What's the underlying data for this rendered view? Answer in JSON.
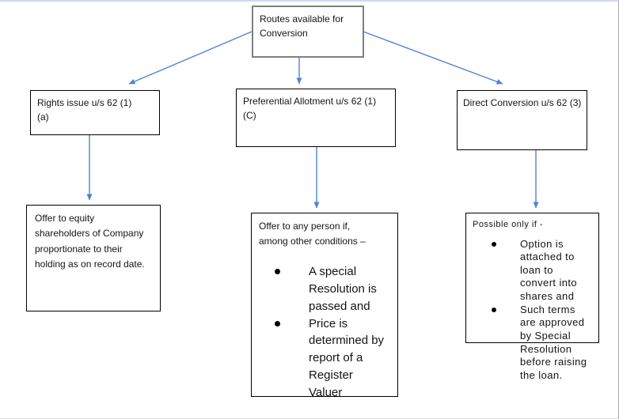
{
  "style": {
    "arrow_color": "#4f82d6",
    "box_border_color": "#000000",
    "root_box_border_color": "#7f7f7f",
    "page_top_edge_color": "#ccd9f2",
    "page_right_edge_color": "#a8a8a8"
  },
  "flowchart": {
    "root": {
      "text": "Routes available for Conversion"
    },
    "branches": [
      {
        "title": "Rights issue u/s 62 (1) (a)",
        "detail": {
          "intro": "Offer to equity shareholders of Company proportionate to their holding as on record date.",
          "bullets": []
        }
      },
      {
        "title": "Preferential Allotment u/s 62 (1)(C)",
        "detail": {
          "intro": "Offer to any person if, among other conditions –",
          "bullets": [
            "A special Resolution is passed and",
            "Price is determined by report of a Register Valuer"
          ]
        }
      },
      {
        "title": "Direct Conversion u/s 62 (3)",
        "detail": {
          "intro": "Possible only if -",
          "bullets": [
            "Option is attached to loan to convert into shares and",
            "Such terms are approved by Special Resolution before raising the loan."
          ]
        }
      }
    ]
  }
}
